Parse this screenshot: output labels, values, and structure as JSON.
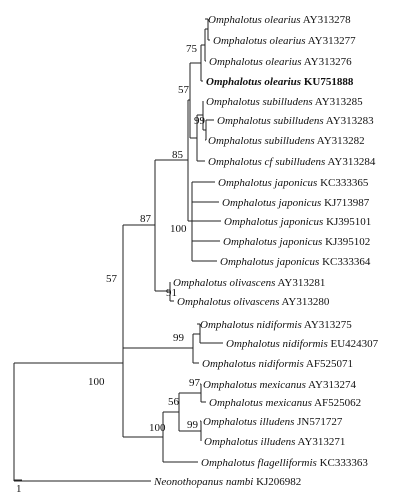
{
  "tree": {
    "taxa": [
      {
        "genus": "Omphalotus",
        "species": "olearius",
        "accession": "AY313278",
        "highlight": false
      },
      {
        "genus": "Omphalotus",
        "species": "olearius",
        "accession": "AY313277",
        "highlight": false
      },
      {
        "genus": "Omphalotus",
        "species": "olearius",
        "accession": "AY313276",
        "highlight": false
      },
      {
        "genus": "Omphalotus",
        "species": "olearius",
        "accession": "KU751888",
        "highlight": true
      },
      {
        "genus": "Omphalotus",
        "species": "subilludens",
        "accession": "AY313285",
        "highlight": false
      },
      {
        "genus": "Omphalotus",
        "species": "subilludens",
        "accession": "AY313283",
        "highlight": false
      },
      {
        "genus": "Omphalotus",
        "species": "subilludens",
        "accession": "AY313282",
        "highlight": false
      },
      {
        "genus": "Omphalotus",
        "species": "cf subilludens",
        "accession": "AY313284",
        "highlight": false
      },
      {
        "genus": "Omphalotus",
        "species": "japonicus",
        "accession": "KC333365",
        "highlight": false
      },
      {
        "genus": "Omphalotus",
        "species": "japonicus",
        "accession": "KJ713987",
        "highlight": false
      },
      {
        "genus": "Omphalotus",
        "species": "japonicus",
        "accession": "KJ395101",
        "highlight": false
      },
      {
        "genus": "Omphalotus",
        "species": "japonicus",
        "accession": "KJ395102",
        "highlight": false
      },
      {
        "genus": "Omphalotus",
        "species": "japonicus",
        "accession": "KC333364",
        "highlight": false
      },
      {
        "genus": "Omphalotus",
        "species": "olivascens",
        "accession": "AY313281",
        "highlight": false
      },
      {
        "genus": "Omphalotus",
        "species": "olivascens",
        "accession": "AY313280",
        "highlight": false
      },
      {
        "genus": "Omphalotus",
        "species": "nidiformis",
        "accession": "AY313275",
        "highlight": false
      },
      {
        "genus": "Omphalotus",
        "species": "nidiformis",
        "accession": "EU424307",
        "highlight": false
      },
      {
        "genus": "Omphalotus",
        "species": "nidiformis",
        "accession": "AF525071",
        "highlight": false
      },
      {
        "genus": "Omphalotus",
        "species": "mexicanus",
        "accession": "AY313274",
        "highlight": false
      },
      {
        "genus": "Omphalotus",
        "species": "mexicanus",
        "accession": "AF525062",
        "highlight": false
      },
      {
        "genus": "Omphalotus",
        "species": "illudens",
        "accession": "JN571727",
        "highlight": false
      },
      {
        "genus": "Omphalotus",
        "species": "illudens",
        "accession": "AY313271",
        "highlight": false
      },
      {
        "genus": "Omphalotus",
        "species": "flagelliformis",
        "accession": "KC333363",
        "highlight": false
      },
      {
        "genus": "Neonothopanus",
        "species": "nambi",
        "accession": "KJ206982",
        "highlight": false
      }
    ],
    "bootstrap": [
      "75",
      "57",
      "99",
      "85",
      "100",
      "87",
      "91",
      "57",
      "99",
      "100",
      "97",
      "56",
      "99",
      "100"
    ],
    "scale_label": "1"
  }
}
